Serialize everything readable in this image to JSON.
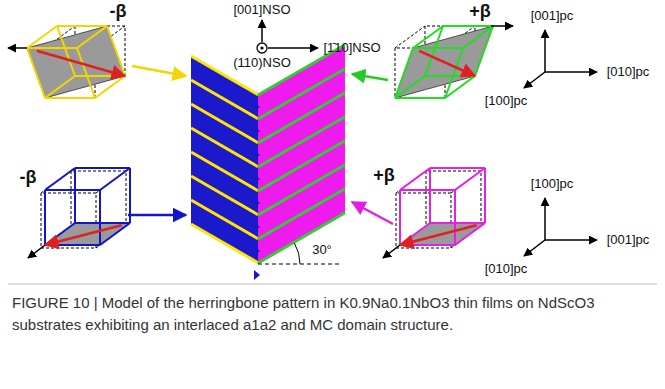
{
  "diagram": {
    "caption": "FIGURE 10 | Model of the herringbone pattern in K0.9Na0.1NbO3 thin films on NdScO3 substrates exhibiting an interlaced a1a2 and MC domain structure.",
    "labels": [
      "-β",
      "[001]NSO",
      "[1̄10]NSO",
      "(110)NSO",
      "+β",
      "[001]pc",
      "[010]pc",
      "[100]pc",
      "-β",
      "30°",
      "+β",
      "[100]pc",
      "[001]pc",
      "[010]pc"
    ]
  }
}
